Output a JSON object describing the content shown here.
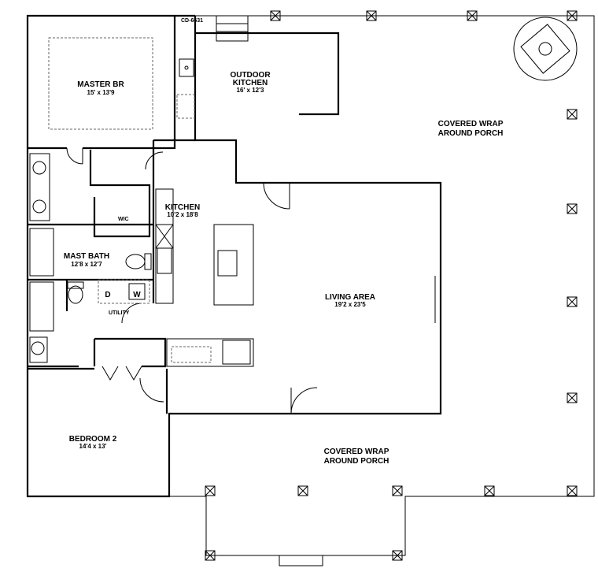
{
  "plan_code": "CD-6631",
  "rooms": {
    "master_br": {
      "name": "MASTER BR",
      "size": "15' x 13'9"
    },
    "outdoor_kitchen": {
      "name1": "OUTDOOR",
      "name2": "KITCHEN",
      "size": "16' x 12'3"
    },
    "porch_top": {
      "name1": "COVERED WRAP",
      "name2": "AROUND PORCH"
    },
    "porch_bottom": {
      "name1": "COVERED WRAP",
      "name2": "AROUND PORCH"
    },
    "kitchen": {
      "name": "KITCHEN",
      "size": "10'2 x 18'8"
    },
    "wic": {
      "name": "WIC"
    },
    "mast_bath": {
      "name": "MAST BATH",
      "size": "12'8 x 12'7"
    },
    "utility": {
      "name": "UTILITY",
      "dryer": "D",
      "washer": "W"
    },
    "living": {
      "name": "LIVING AREA",
      "size": "19'2 x 23'5"
    },
    "bedroom2": {
      "name": "BEDROOM 2",
      "size": "14'4 x 13'"
    }
  }
}
